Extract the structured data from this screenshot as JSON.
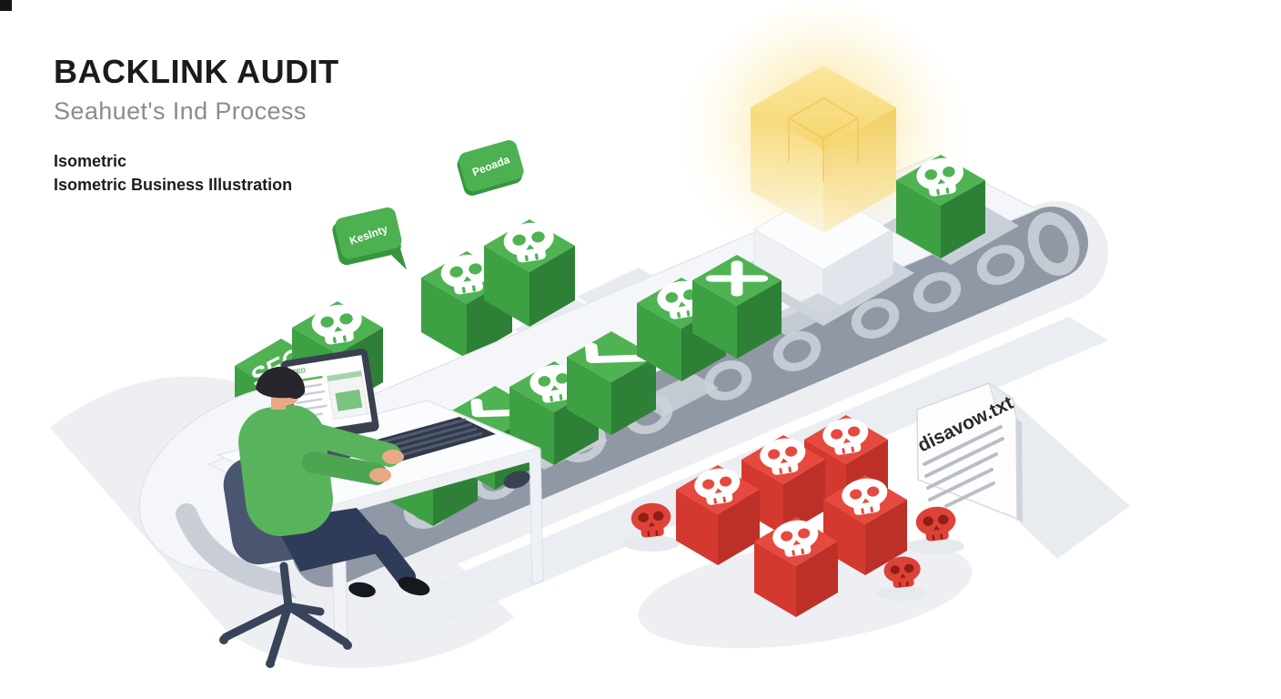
{
  "header": {
    "title": "BACKLINK AUDIT",
    "subtitle": "Seahuet's Ind Process",
    "caption_line1": "Isometric",
    "caption_line2": "Isometric Business Illustration"
  },
  "illustration": {
    "seo_cube_label": "SEO",
    "speech_bubble_1": "Keslnty",
    "speech_bubble_2": "Peoada",
    "document_title": "disavow.txt",
    "monitor_brand": "SEO"
  },
  "colors": {
    "green": "#4cb151",
    "green_dark": "#2e8036",
    "red": "#e64a3e",
    "red_dark": "#bc3028",
    "yellow_glow": "#f7d981",
    "belt_gray": "#8f98a4",
    "text_dark": "#1b1b1b",
    "text_gray": "#8c8c8c"
  }
}
